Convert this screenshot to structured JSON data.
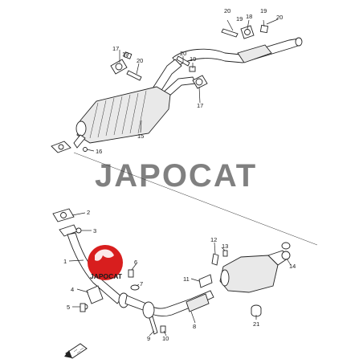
{
  "watermark": "JAPOCAT",
  "logo": {
    "text": "JAPOCAT",
    "color": "#d81e1e"
  },
  "callouts": [
    "1",
    "2",
    "3",
    "4",
    "5",
    "6",
    "7",
    "8",
    "9",
    "10",
    "11",
    "12",
    "13",
    "14",
    "15",
    "16",
    "17",
    "17",
    "18",
    "19",
    "19",
    "19",
    "20",
    "20",
    "20",
    "21"
  ],
  "icons": [
    "front-arrow-icon",
    "japocat-logo-icon"
  ],
  "colors": {
    "line": "#222222",
    "background": "#ffffff",
    "logo": "#d81e1e"
  }
}
